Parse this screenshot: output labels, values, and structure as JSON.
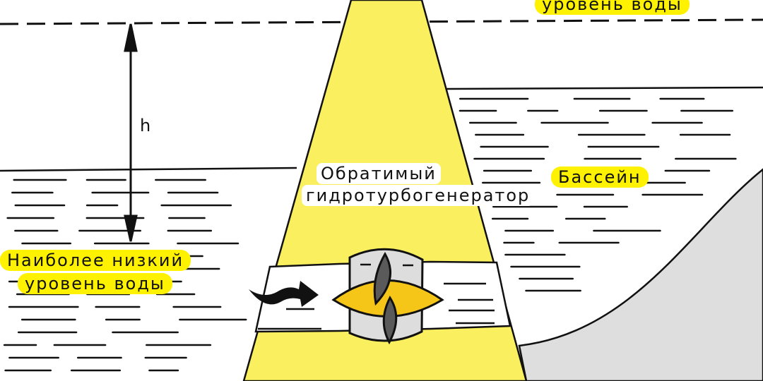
{
  "labels": {
    "top_level": "уровень воды",
    "height_symbol": "h",
    "lowest_level_line1": "Наиболее низкий",
    "lowest_level_line2": "уровень воды",
    "turbine_line1": "Обратимый",
    "turbine_line2": "гидротурбогенератор",
    "basin": "Бассейн"
  },
  "colors": {
    "highlight": "#fff200",
    "shaft": "#f9ef5f",
    "turbine_blade": "#f5c518",
    "turbine_body": "#dddddd",
    "blade_dark": "#5a5a5a",
    "hill": "#dedede"
  }
}
